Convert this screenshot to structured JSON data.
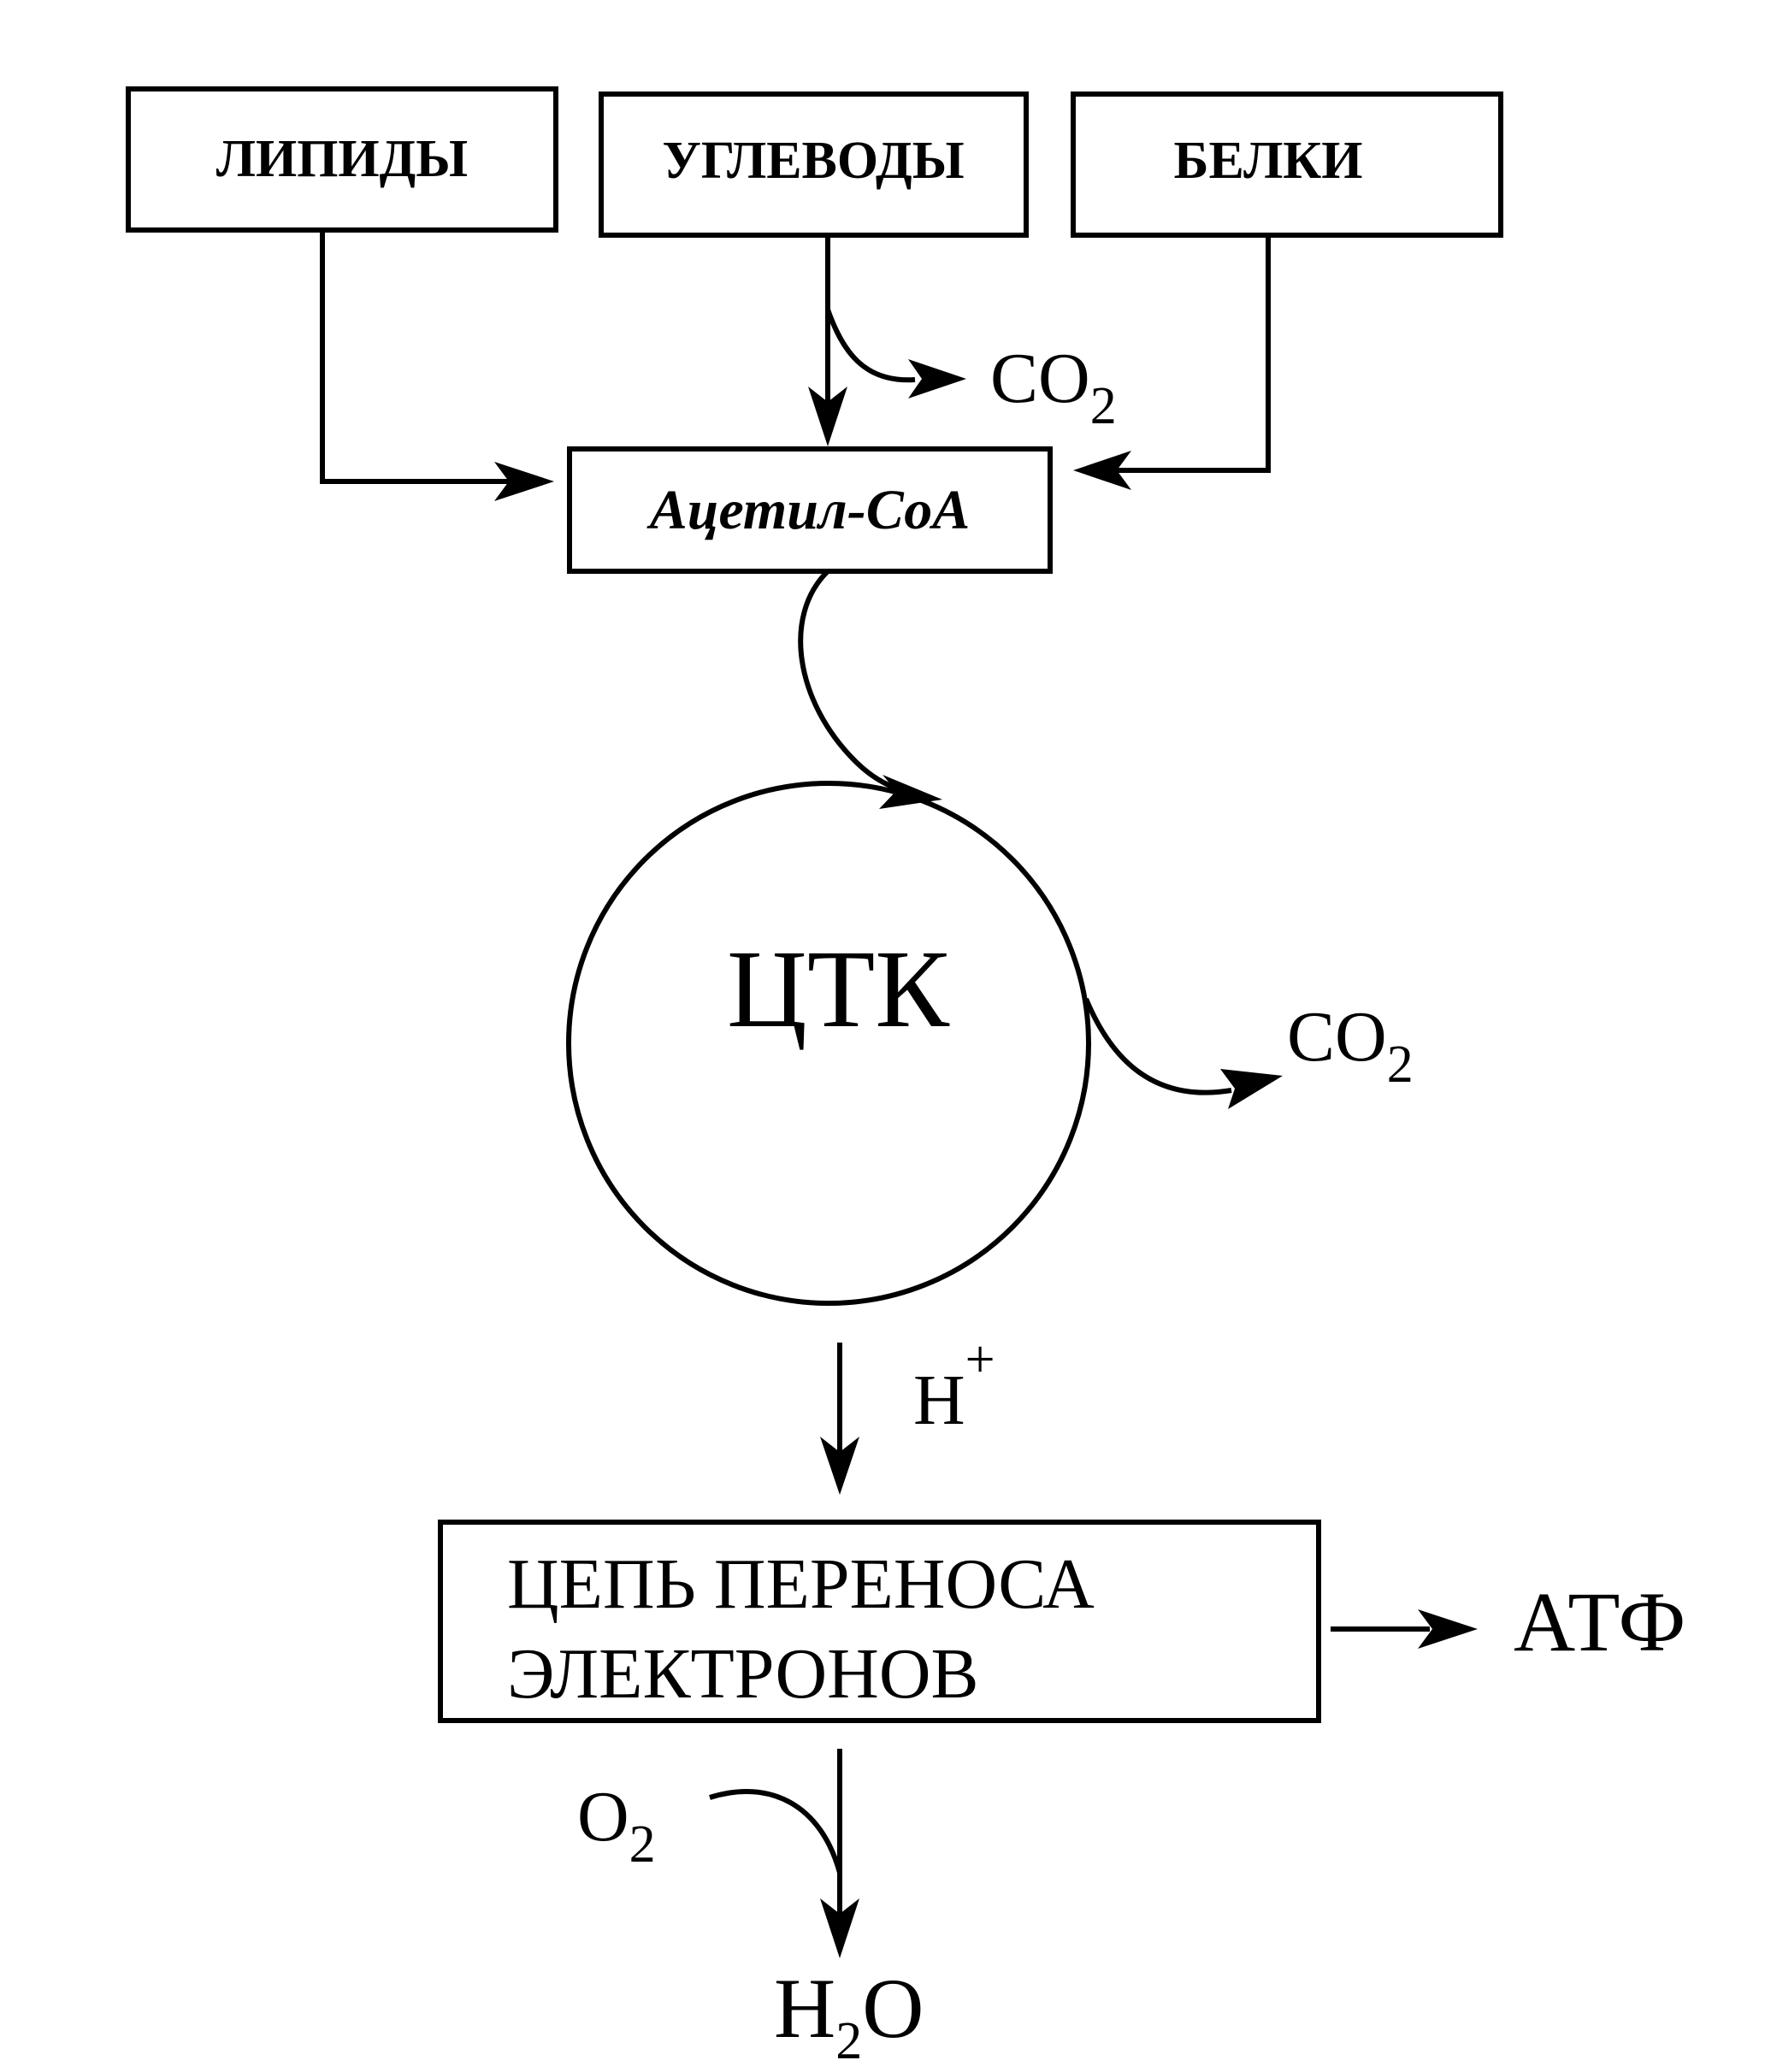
{
  "boxes": {
    "lipids": "ЛИПИДЫ",
    "carbohydrates": "УГЛЕВОДЫ",
    "proteins": "БЕЛКИ",
    "acetyl_coa": "Ацетил-СоА",
    "electron_chain_line1": "ЦЕПЬ ПЕРЕНОСА",
    "electron_chain_line2": "ЭЛЕКТРОНОВ"
  },
  "cycle": {
    "label": "ЦТК"
  },
  "products": {
    "co2_top": {
      "base": "CO",
      "sub": "2"
    },
    "co2_cycle": {
      "base": "CO",
      "sub": "2"
    },
    "h_plus": {
      "base": "H",
      "sup": "+"
    },
    "atp": "АТФ",
    "o2": {
      "base": "O",
      "sub": "2"
    },
    "h2o": {
      "pre": "H",
      "sub": "2",
      "post": "O"
    }
  },
  "colors": {
    "ink": "#000000",
    "background": "#ffffff"
  }
}
